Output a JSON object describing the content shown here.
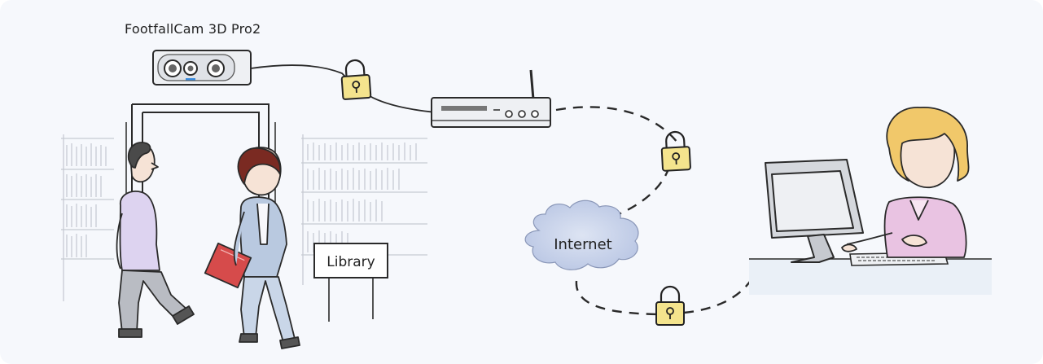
{
  "device": {
    "name": "FootfallCam 3D Pro2"
  },
  "sign": {
    "label": "Library"
  },
  "cloud": {
    "label": "Internet"
  },
  "colors": {
    "lock": "#f4e48d",
    "cloud": "#c9d3ea",
    "shirt_woman": "#e9c3e2",
    "book": "#d64b4b",
    "jacket": "#b9c9e0",
    "hair_brown": "#7a2a22",
    "hair_blonde": "#f1c86a",
    "lavender": "#ddd3f0"
  }
}
